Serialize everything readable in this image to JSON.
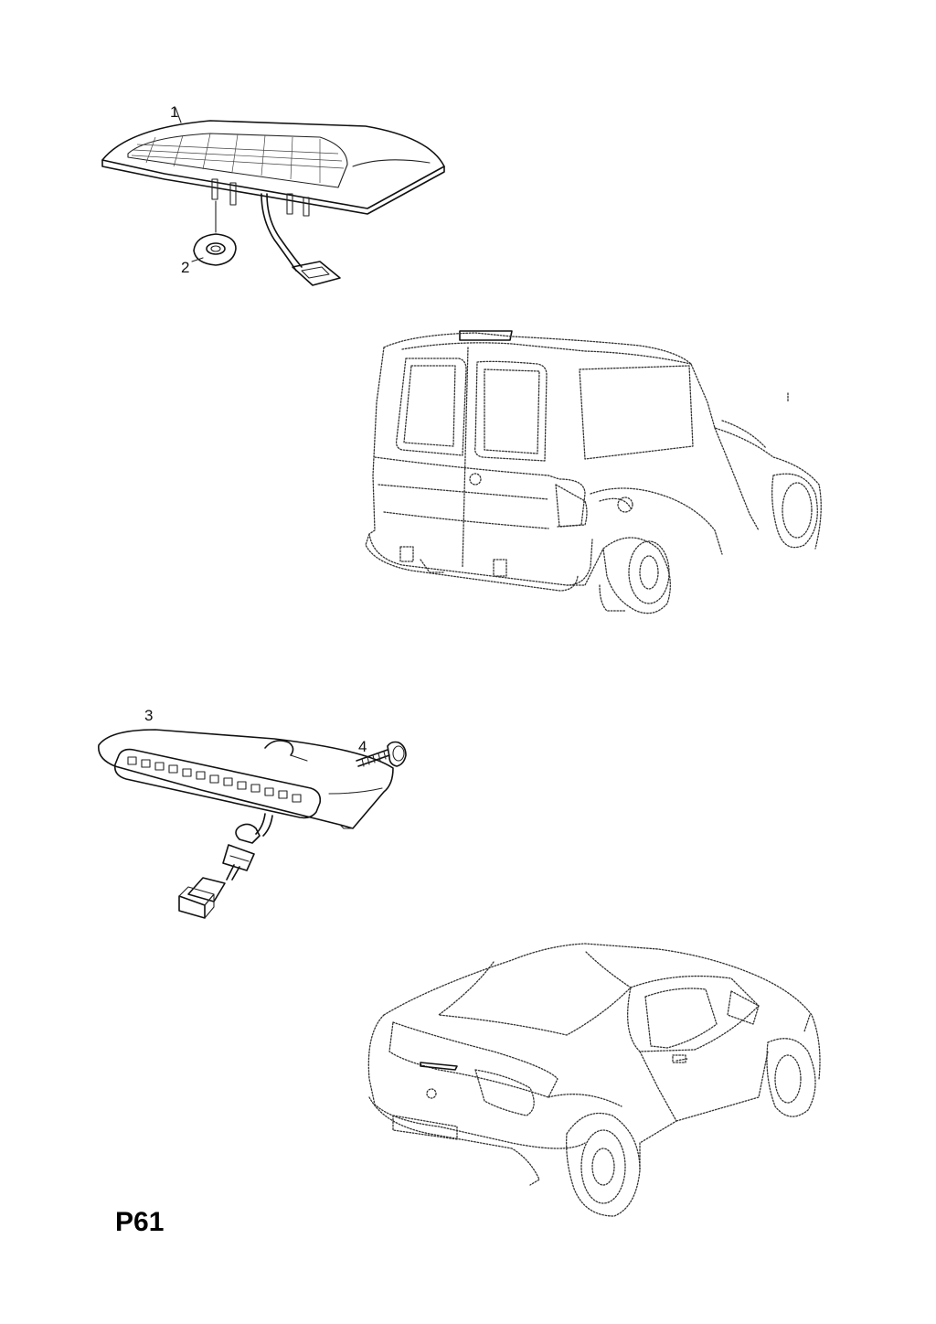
{
  "callouts": {
    "part1": "1",
    "part2": "2",
    "part3": "3",
    "part4": "4"
  },
  "page_code": "P61"
}
